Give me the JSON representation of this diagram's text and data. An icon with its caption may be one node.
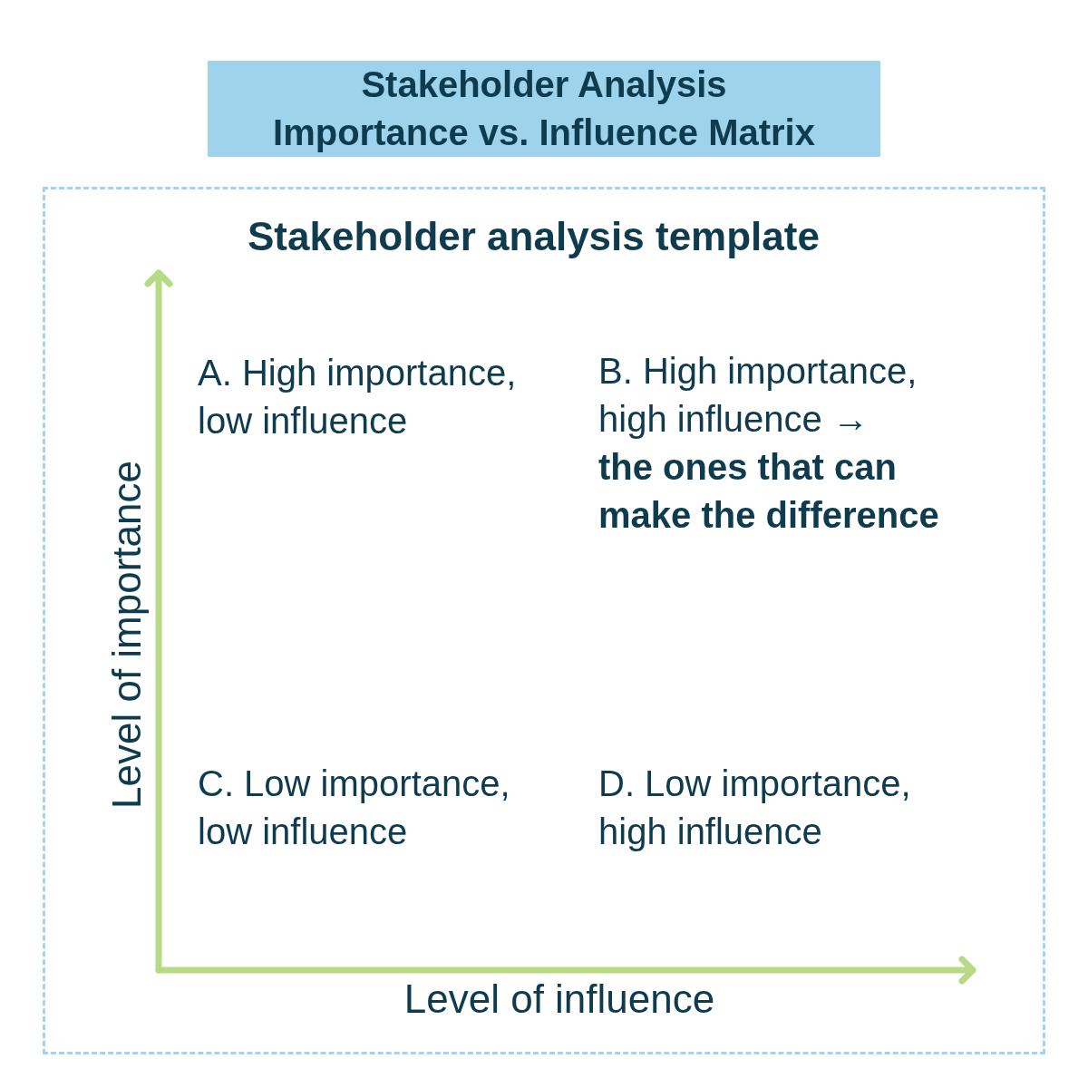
{
  "diagram": {
    "title": "Stakeholder Analysis Importance vs. Influence Matrix",
    "nodes": [
      {
        "text": [
          "Stakeholder analysis template"
        ]
      }
    ],
    "labels": [
      "A. High importance, low influence",
      "B. High importance, high influence → **the ones that can make the difference**",
      "Level of importance",
      "C. Low importance, low influence",
      "D. Low importance, high influence",
      "Level of influence"
    ]
  }
}
